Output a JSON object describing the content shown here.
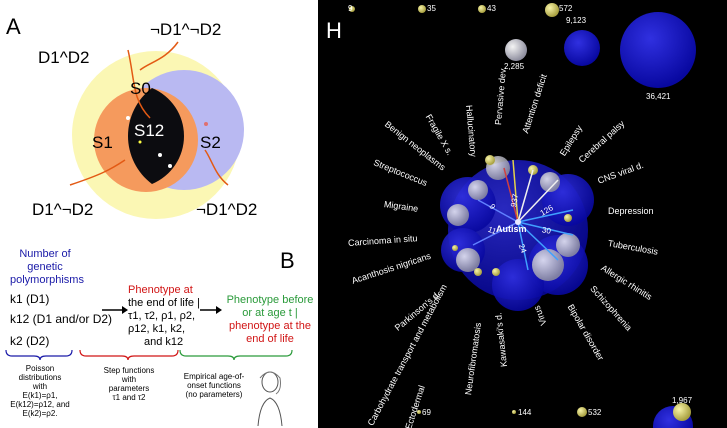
{
  "panelA": {
    "letter": "A",
    "labels": {
      "top_left": "D1^D2",
      "top_right": "¬D1^¬D2",
      "bottom_left": "D1^¬D2",
      "bottom_right": "¬D1^D2"
    },
    "sets": {
      "s0": "S0",
      "s1": "S1",
      "s12": "S12",
      "s2": "S2"
    }
  },
  "panelB": {
    "letter": "B",
    "heading": [
      "Number of",
      "genetic",
      "polymorphisms"
    ],
    "k1": "k1  (D1)",
    "k12": "k12  (D1 and/or D2)",
    "k2": "k2  (D2)",
    "red_title": [
      "Phenotype at",
      "the end of life |"
    ],
    "red_params": [
      "τ1, τ2, ρ1, ρ2,",
      "ρ12, k1, k2,",
      "and k12"
    ],
    "green_text": [
      "Phenotype before",
      "or at age t |",
      "phenotype at the",
      "end of life"
    ],
    "note_blue": [
      "Poisson",
      "distributions",
      "with",
      "E(k1)=ρ1,",
      "E(k12)=ρ12, and",
      "E(k2)=ρ2."
    ],
    "note_red": [
      "Step functions",
      "with",
      "parameters",
      "τ1 and τ2"
    ],
    "note_green": [
      "Empirical age-of-",
      "onset functions",
      "(no parameters)"
    ]
  },
  "panelH": {
    "letter": "H",
    "center_label": "Autism",
    "top_numbers": [
      "9",
      "35",
      "43",
      "572"
    ],
    "bubble_numbers": [
      "2,285",
      "9,123",
      "36,421",
      "1,967"
    ],
    "bottom_numbers": [
      "69",
      "144",
      "532"
    ],
    "inner_numbers": [
      "937",
      "9",
      "11",
      "24",
      "30",
      "126"
    ],
    "diseases": [
      "Pervasive dev.",
      "Attention deficit",
      "Hallucinatory",
      "Fragile X s.",
      "Benign neoplasms",
      "Streptococcus",
      "Migraine",
      "Carcinoma in situ",
      "Acanthosis nigricans",
      "Parkinson's d.",
      "Carbohydrate transport and metabolism",
      "Neurofibromatosis",
      "Kawasaki's d.",
      "Virus",
      "Bipolar disorder",
      "Schizophrenia",
      "Allergic rhinitis",
      "Tuberculosis",
      "Depression",
      "CNS viral d.",
      "Cerebral palsy",
      "Epilepsy",
      "Ectodermal"
    ],
    "colors": {
      "blue_bubble": "#1212b8",
      "light_bubble": "#c8c8d8",
      "yellow_bubble": "#d8d27a"
    }
  }
}
